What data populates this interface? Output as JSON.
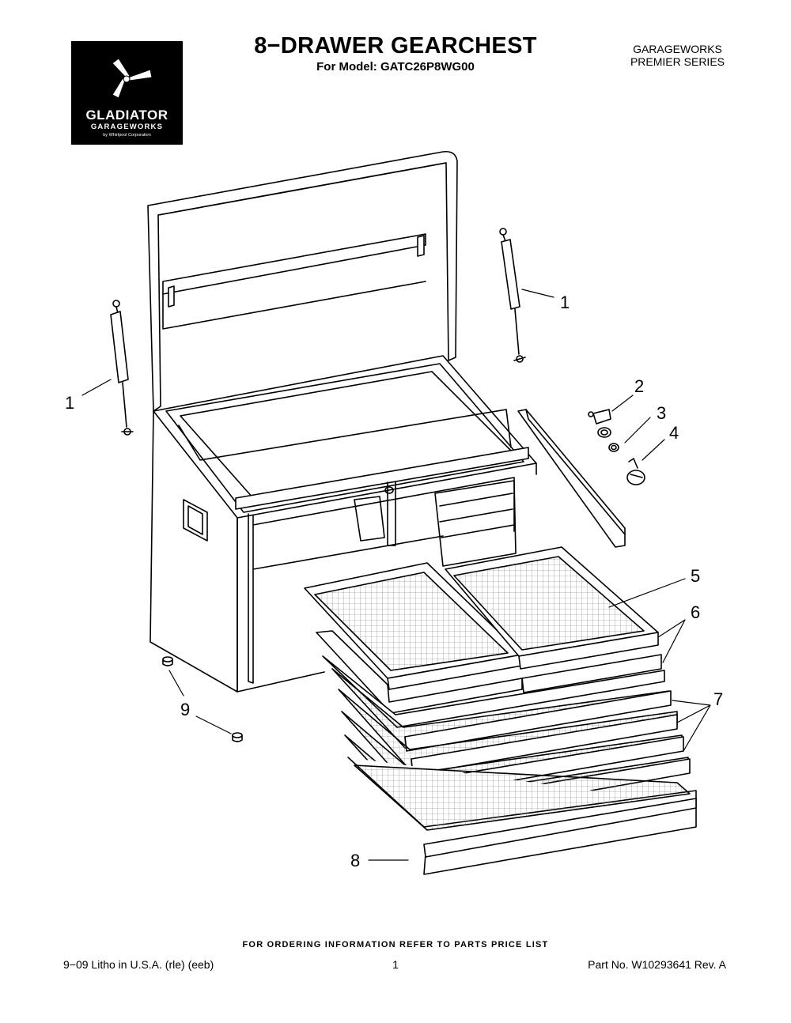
{
  "header": {
    "title": "8−DRAWER GEARCHEST",
    "model_line": "For Model: GATC26P8WG00",
    "series_line1": "GARAGEWORKS",
    "series_line2": "PREMIER SERIES"
  },
  "logo": {
    "brand": "GLADIATOR",
    "sub": "GARAGEWORKS",
    "by": "by Whirlpool Corporation",
    "icon": "propeller-logo-icon"
  },
  "callouts": {
    "c1_left": "1",
    "c1_right": "1",
    "c2": "2",
    "c3": "3",
    "c4": "4",
    "c5": "5",
    "c6": "6",
    "c7": "7",
    "c8": "8",
    "c9": "9"
  },
  "footer": {
    "note": "FOR ORDERING INFORMATION REFER TO PARTS PRICE LIST",
    "litho": "9−09 Litho in U.S.A. (rle) (eeb)",
    "page": "1",
    "part_no": "Part No. W10293641 Rev. A"
  },
  "colors": {
    "line": "#000000",
    "background": "#ffffff",
    "grid": "#777777"
  }
}
